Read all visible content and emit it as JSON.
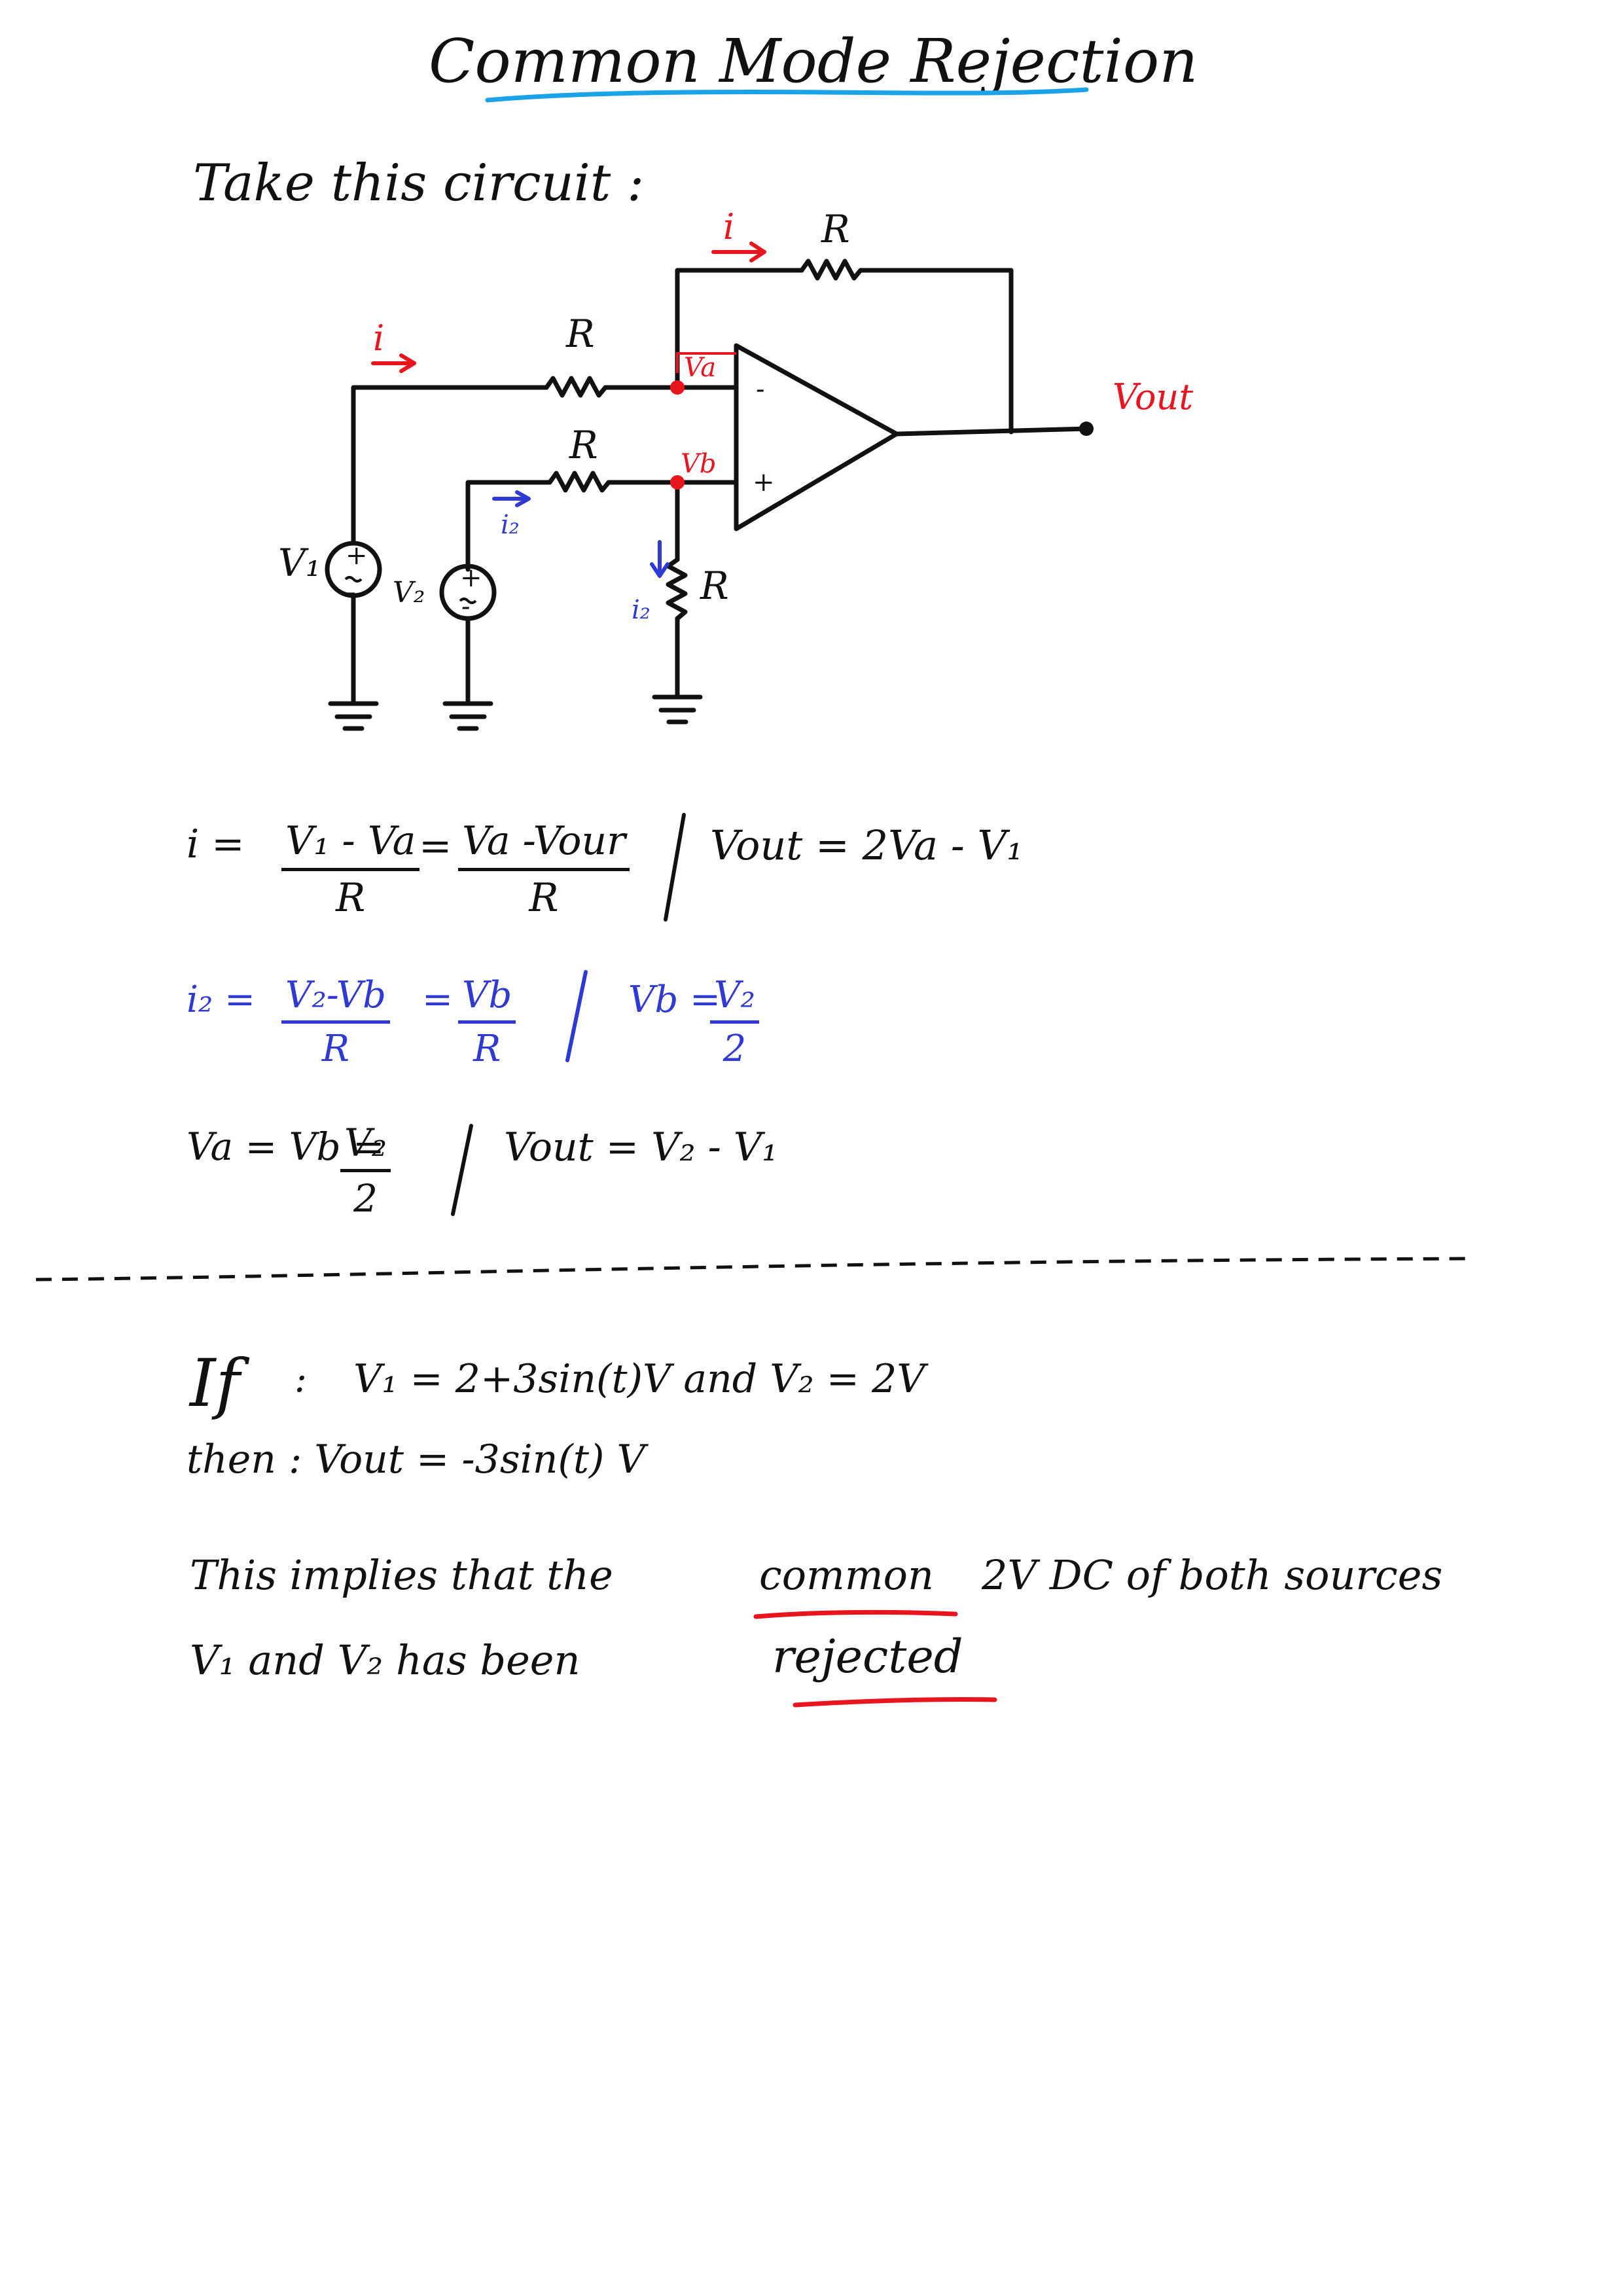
{
  "title": "Common Mode Rejection",
  "intro": "Take this circuit :",
  "colors": {
    "ink": "#111111",
    "red": "#e8141e",
    "blue": "#2f3ad4",
    "cyan": "#1ba3e8"
  },
  "circuit": {
    "r_feedback": "R",
    "r_top": "R",
    "r_mid": "R",
    "r_ground": "R",
    "i_feedback": "i",
    "i_input": "i",
    "i2_top": "i₂",
    "i2_side": "i₂",
    "node_a": "Va",
    "node_b": "Vb",
    "minus": "-",
    "plus": "+",
    "vout": "Vout",
    "v1": "V₁",
    "v2": "V₂"
  },
  "eq1": {
    "lhs": "i =",
    "f1_num": "V₁ - Va",
    "f1_den": "R",
    "eq": "=",
    "f2_num": "Va -Vour",
    "f2_den": "R",
    "result": "Vout = 2Va - V₁"
  },
  "eq2": {
    "lhs": "i₂ =",
    "f1_num": "V₂-Vb",
    "f1_den": "R",
    "eq": "=",
    "f2_num": "Vb",
    "f2_den": "R",
    "res_lhs": "Vb =",
    "res_num": "V₂",
    "res_den": "2"
  },
  "eq3": {
    "lhs": "Va = Vb =",
    "num": "V₂",
    "den": "2",
    "result": "Vout = V₂ - V₁"
  },
  "example": {
    "if_word": "If",
    "if_colon": ":",
    "condition": "V₁ = 2+3sin(t)V  and  V₂ = 2V",
    "then": "then :  Vout  =  -3sin(t) V",
    "conclusion_1": "This implies that the",
    "common": "common",
    "conclusion_2": "2V  DC  of both sources",
    "conclusion_3": "V₁ and V₂ has been",
    "rejected": "rejected"
  }
}
